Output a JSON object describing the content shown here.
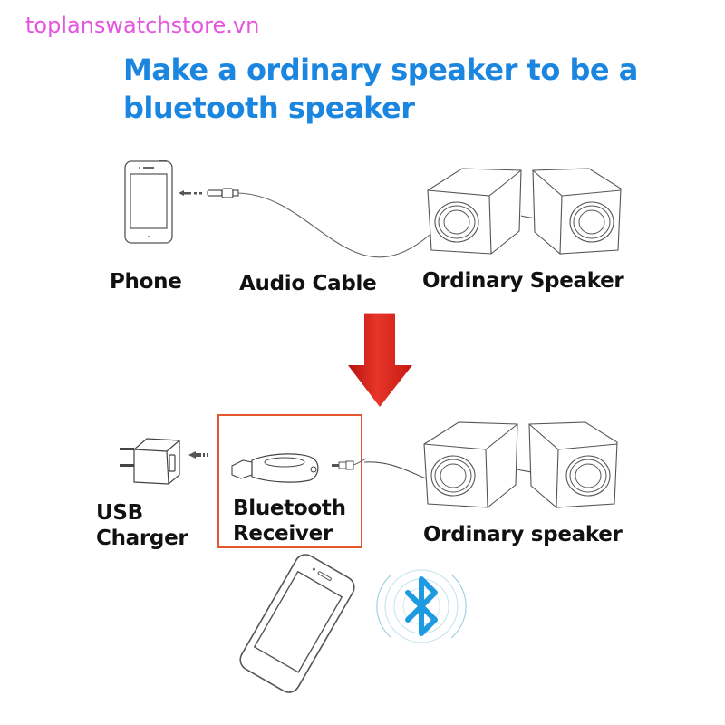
{
  "watermark": "toplanswatchstore.vn",
  "title": {
    "line1": "Make a ordinary speaker to be a",
    "line2": "bluetooth speaker"
  },
  "before": {
    "phone_label": "Phone",
    "cable_label": "Audio Cable",
    "speaker_label": "Ordinary Speaker"
  },
  "after": {
    "charger_label_line1": "USB",
    "charger_label_line2": "Charger",
    "receiver_label_line1": "Bluetooth",
    "receiver_label_line2": "Receiver",
    "speaker_label": "Ordinary speaker"
  },
  "icons": {
    "arrow": "red-down-arrow",
    "bluetooth": "bluetooth-icon"
  },
  "colors": {
    "title": "#1a86e0",
    "watermark": "#e455e0",
    "arrow": "#d9261c",
    "highlight_box": "#e2572e",
    "bluetooth": "#1e9be0"
  }
}
